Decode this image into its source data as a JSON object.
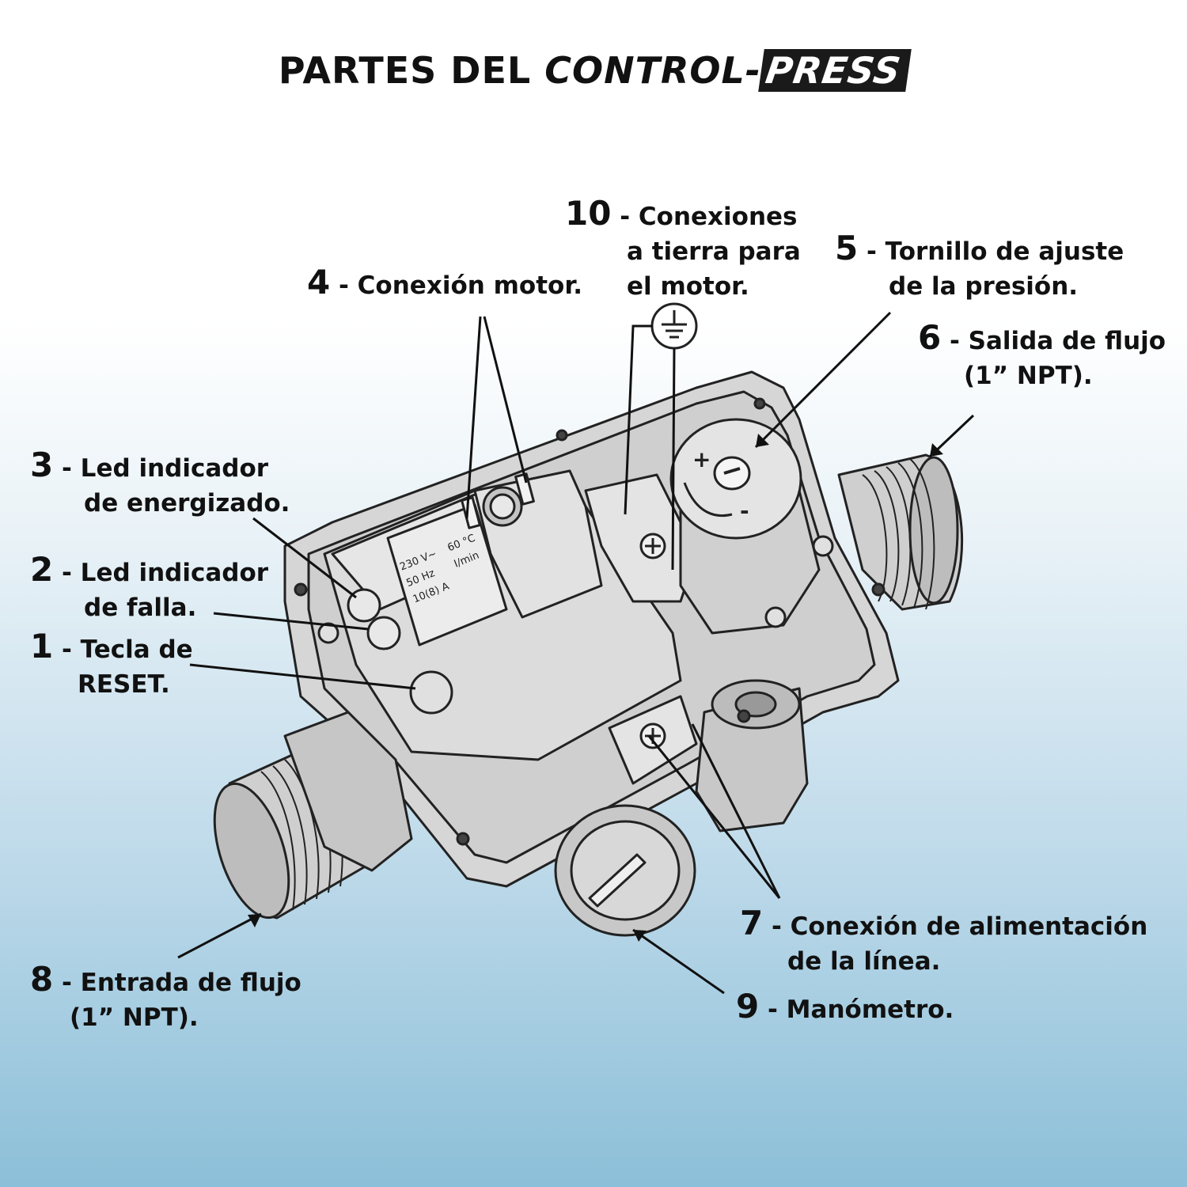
{
  "title": {
    "prefix": "PARTES DEL",
    "brand": "CONTROL-",
    "badge": "PRESS"
  },
  "labels": [
    {
      "num": "10",
      "line1": " - Conexiones",
      "line2": "a tierra para",
      "line3": "el motor."
    },
    {
      "num": "5",
      "line1": " - Tornillo de ajuste",
      "line2": "de la presión."
    },
    {
      "num": "4",
      "line1": " - Conexión motor."
    },
    {
      "num": "6",
      "line1": " - Salida de flujo",
      "line2": "(1” NPT)."
    },
    {
      "num": "3",
      "line1": " - Led indicador",
      "line2": "de energizado."
    },
    {
      "num": "2",
      "line1": " - Led indicador",
      "line2": "de falla."
    },
    {
      "num": "1",
      "line1": " - Tecla de",
      "line2": "RESET."
    },
    {
      "num": "7",
      "line1": " - Conexión de alimentación",
      "line2": "de la línea."
    },
    {
      "num": "8",
      "line1": " - Entrada de flujo",
      "line2": "(1” NPT)."
    },
    {
      "num": "9",
      "line1": " - Manómetro."
    }
  ],
  "device_markings": {
    "ratings": [
      "230 V~",
      "50 Hz",
      "10(8) A",
      "60 °C",
      "I/min"
    ],
    "knob_plus": "+",
    "knob_minus": "-"
  }
}
